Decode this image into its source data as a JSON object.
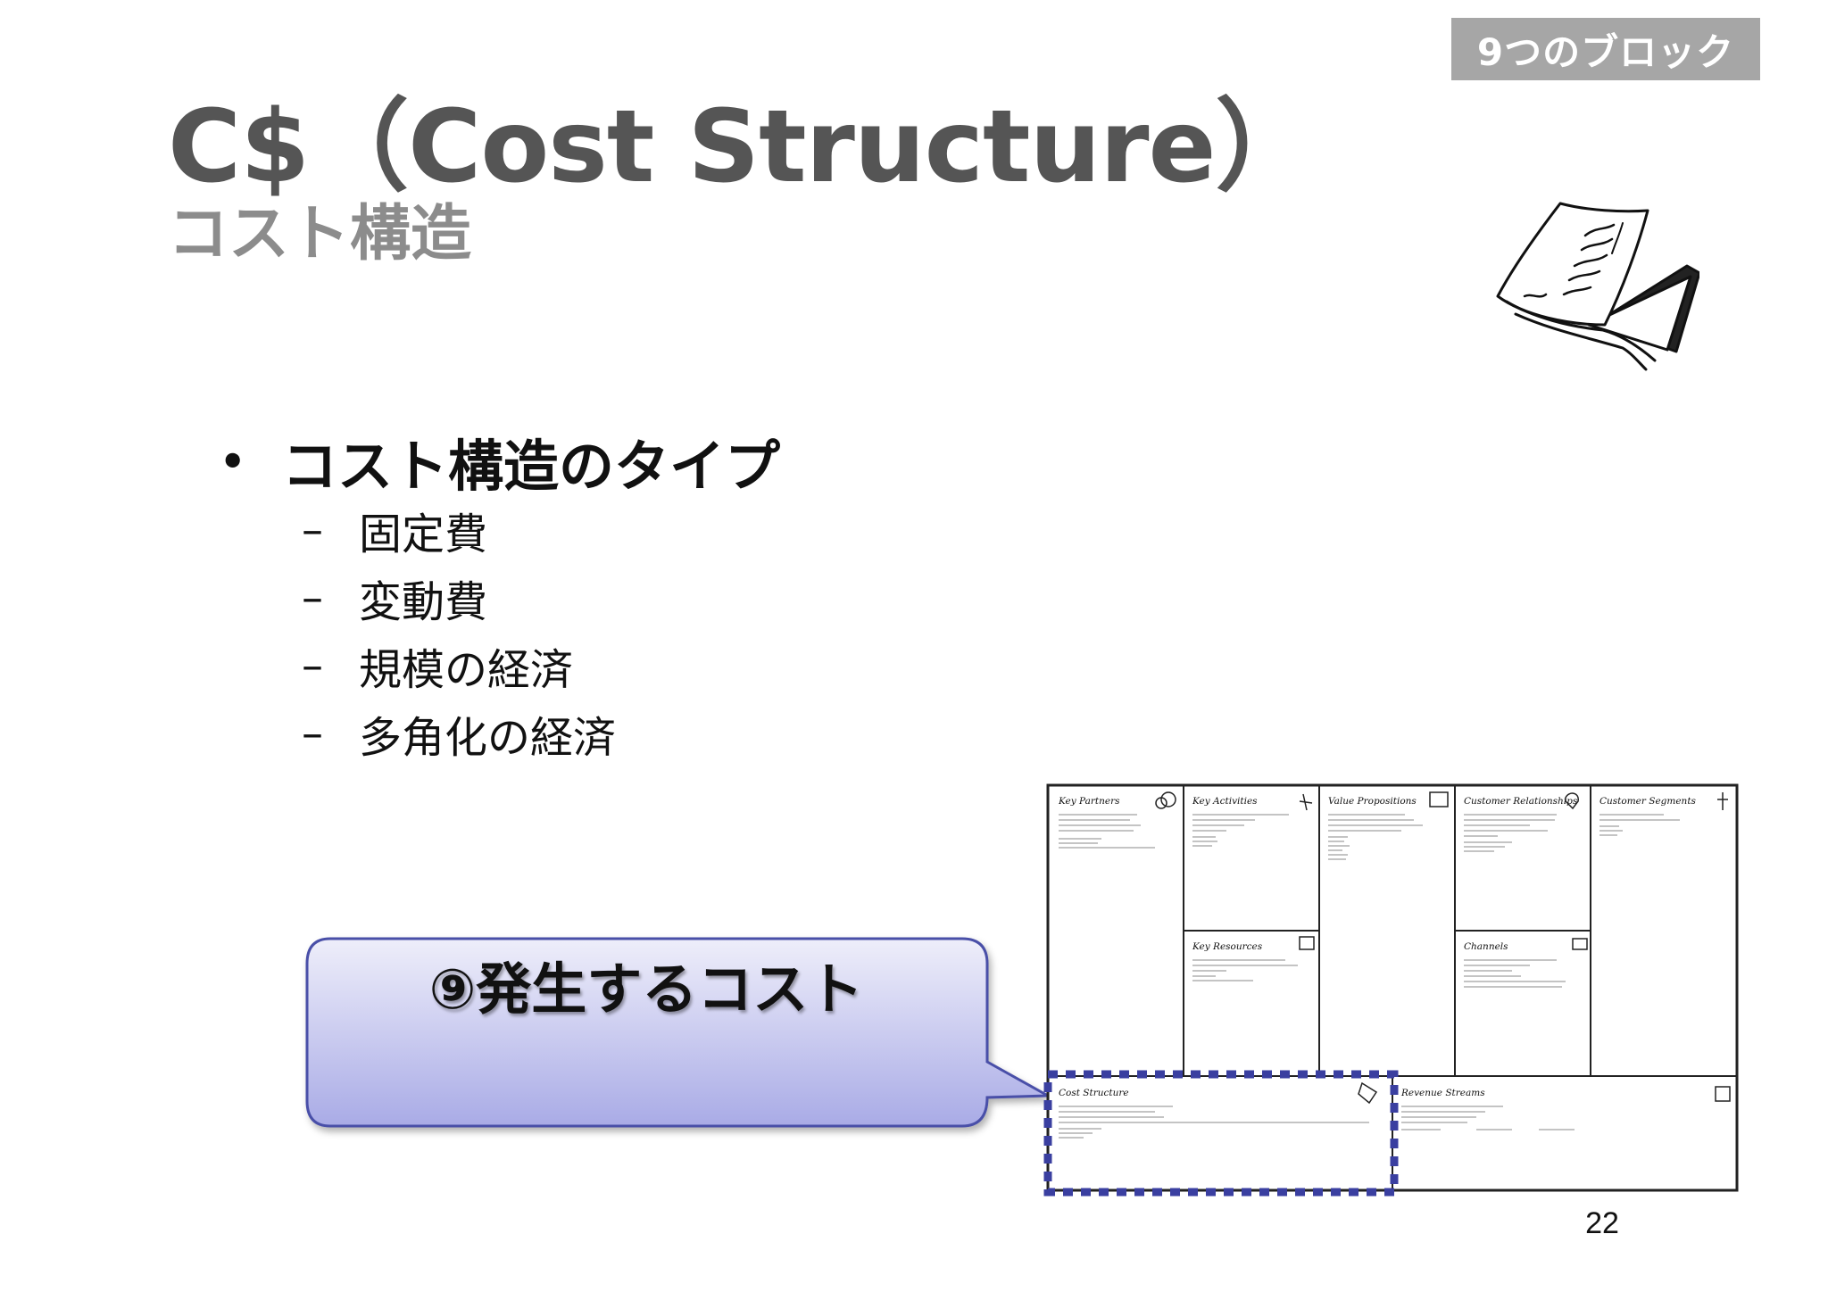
{
  "badge": {
    "label": "9つのブロック"
  },
  "header": {
    "title": "C$（Cost Structure）",
    "subtitle": "コスト構造"
  },
  "content": {
    "bullet": "コスト構造のタイプ",
    "sub_items": [
      "固定費",
      "変動費",
      "規模の経済",
      "多角化の経済"
    ]
  },
  "callout": {
    "text": "⑨発生するコスト",
    "gradient_top": "#eeeefa",
    "gradient_bottom": "#a9abe6"
  },
  "canvas": {
    "cells": {
      "key_partners": "Key Partners",
      "key_activities": "Key Activities",
      "value_propositions": "Value Propositions",
      "customer_relationships": "Customer Relationships",
      "customer_segments": "Customer Segments",
      "key_resources": "Key Resources",
      "channels": "Channels",
      "cost_structure": "Cost Structure",
      "revenue_streams": "Revenue Streams"
    },
    "highlight_color": "#3a3fa0"
  },
  "footer": {
    "page_number": "22"
  }
}
